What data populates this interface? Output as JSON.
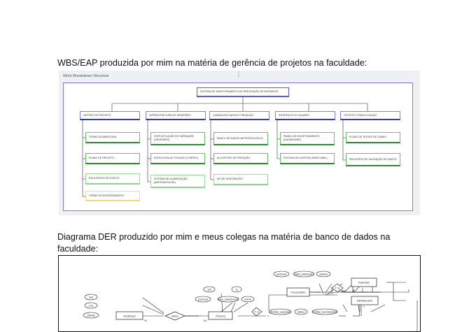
{
  "captions": {
    "wbs": "WBS/EAP produzida por mim na matéria de gerência de projetos na faculdade:",
    "der": "Diagrama DER produzido por mim e meus colegas na matéria de banco de dados na faculdade:"
  },
  "wbs": {
    "window_title": "Work Breakdown Structure",
    "menu_icon": "more-vertical-icon",
    "root": "Sistema de Monitoramento de Prevenção de Incêndios",
    "branches": [
      {
        "label": "Gestão do Projeto",
        "items": [
          "Termo de Abertura",
          "Plano de Projeto",
          "Relatórios de Status",
          "Termo de Encerramento"
        ]
      },
      {
        "label": "Infraestrutura de Sensores",
        "items": [
          "Especificação de Hardware (Sensores)",
          "Estrutura de Fixação (Torres)",
          "Sistema de Alimentação (Bateria/Solar)"
        ]
      },
      {
        "label": "Camada de Dados e Predição",
        "items": [
          "Banco de Dados Meteorológico",
          "Algoritmo de Predição",
          "API de Integração"
        ]
      },
      {
        "label": "Interface do Usuário",
        "items": [
          "Painel de Monitoramento (Dashboard)",
          "Sistema de Alertas (SMS/E-mail)"
        ]
      },
      {
        "label": "Testes e Homologação",
        "items": [
          "Plano de Testes de Campo",
          "Relatório de Validação de Dados"
        ]
      }
    ]
  },
  "der": {
    "labels": {
      "funcionario": "Funcionário",
      "pessoa": "Pessoa",
      "endereco": "Endereço",
      "mora": "Mora",
      "bibliotecario": "Bibliotecário",
      "faxineiro": "Faxineiro",
      "te_right": "T, E",
      "te_left": "T, E",
      "pessoal": "pessoal",
      "data_admissao": "data_admissao",
      "salario": "salario",
      "cpf": "cpf",
      "rg": "rg",
      "nome": "nome",
      "pessoal2": "pessoal",
      "data_nascimento": "data_nascimento",
      "clientes_pessoas": "clientes_pessoas",
      "status": "status",
      "multas_acumuladas": "multas_acumuladas",
      "rua": "rua",
      "cep": "cep",
      "cidade": "cidade",
      "card_1": "1",
      "card_n": "N",
      "card_m": "M"
    }
  }
}
